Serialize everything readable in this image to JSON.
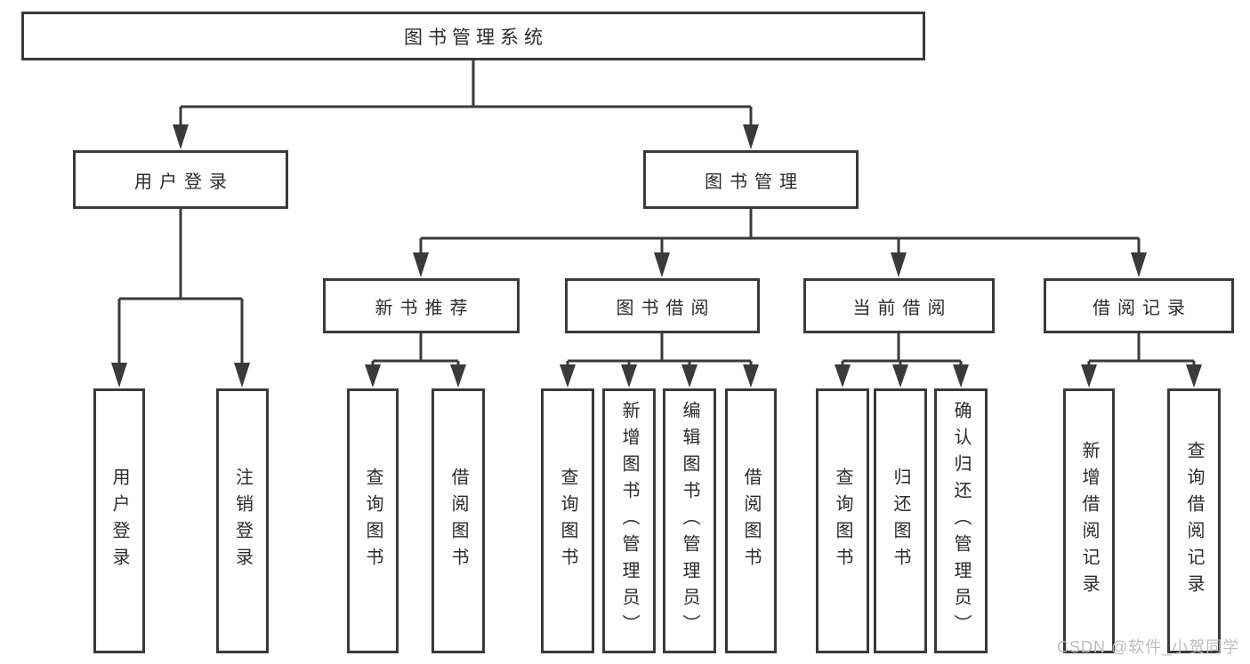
{
  "colors": {
    "background": "#ffffff",
    "line": "#3a3a3a",
    "box_border": "#3a3a3a",
    "text": "#2b2b2b",
    "watermark": "#bababa"
  },
  "watermark": {
    "text": "CSDN @软件_小贺同学"
  },
  "tree": {
    "label": "图书管理系统",
    "children": [
      {
        "label": "用户登录",
        "children": [
          {
            "label": "用户登录"
          },
          {
            "label": "注销登录"
          }
        ]
      },
      {
        "label": "图书管理",
        "children": [
          {
            "label": "新书推荐",
            "children": [
              {
                "label": "查询图书"
              },
              {
                "label": "借阅图书"
              }
            ]
          },
          {
            "label": "图书借阅",
            "children": [
              {
                "label": "查询图书"
              },
              {
                "label": "新增图书（管理员）"
              },
              {
                "label": "编辑图书（管理员）"
              },
              {
                "label": "借阅图书"
              }
            ]
          },
          {
            "label": "当前借阅",
            "children": [
              {
                "label": "查询图书"
              },
              {
                "label": "归还图书"
              },
              {
                "label": "确认归还（管理员）"
              }
            ]
          },
          {
            "label": "借阅记录",
            "children": [
              {
                "label": "新增借阅记录"
              },
              {
                "label": "查询借阅记录"
              }
            ]
          }
        ]
      }
    ]
  }
}
